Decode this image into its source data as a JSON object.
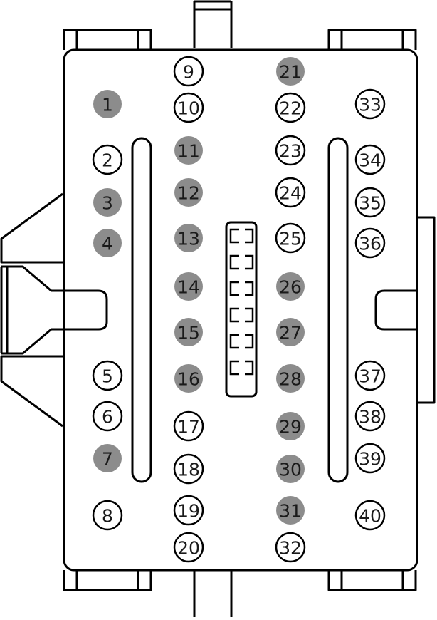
{
  "colors": {
    "filled_pin": "#8c8c8c",
    "empty_pin_stroke": "#000000",
    "outline": "#000000",
    "background": "#ffffff"
  },
  "pins": [
    {
      "label": "1",
      "state": "filled"
    },
    {
      "label": "2",
      "state": "empty"
    },
    {
      "label": "3",
      "state": "filled"
    },
    {
      "label": "4",
      "state": "filled"
    },
    {
      "label": "5",
      "state": "empty"
    },
    {
      "label": "6",
      "state": "empty"
    },
    {
      "label": "7",
      "state": "filled"
    },
    {
      "label": "8",
      "state": "empty"
    },
    {
      "label": "9",
      "state": "empty"
    },
    {
      "label": "10",
      "state": "empty"
    },
    {
      "label": "11",
      "state": "filled"
    },
    {
      "label": "12",
      "state": "filled"
    },
    {
      "label": "13",
      "state": "filled"
    },
    {
      "label": "14",
      "state": "filled"
    },
    {
      "label": "15",
      "state": "filled"
    },
    {
      "label": "16",
      "state": "filled"
    },
    {
      "label": "17",
      "state": "empty"
    },
    {
      "label": "18",
      "state": "empty"
    },
    {
      "label": "19",
      "state": "empty"
    },
    {
      "label": "20",
      "state": "empty"
    },
    {
      "label": "21",
      "state": "filled"
    },
    {
      "label": "22",
      "state": "empty"
    },
    {
      "label": "23",
      "state": "empty"
    },
    {
      "label": "24",
      "state": "empty"
    },
    {
      "label": "25",
      "state": "empty"
    },
    {
      "label": "26",
      "state": "filled"
    },
    {
      "label": "27",
      "state": "filled"
    },
    {
      "label": "28",
      "state": "filled"
    },
    {
      "label": "29",
      "state": "filled"
    },
    {
      "label": "30",
      "state": "filled"
    },
    {
      "label": "31",
      "state": "filled"
    },
    {
      "label": "32",
      "state": "empty"
    },
    {
      "label": "33",
      "state": "empty"
    },
    {
      "label": "34",
      "state": "empty"
    },
    {
      "label": "35",
      "state": "empty"
    },
    {
      "label": "36",
      "state": "empty"
    },
    {
      "label": "37",
      "state": "empty"
    },
    {
      "label": "38",
      "state": "empty"
    },
    {
      "label": "39",
      "state": "empty"
    },
    {
      "label": "40",
      "state": "empty"
    }
  ]
}
